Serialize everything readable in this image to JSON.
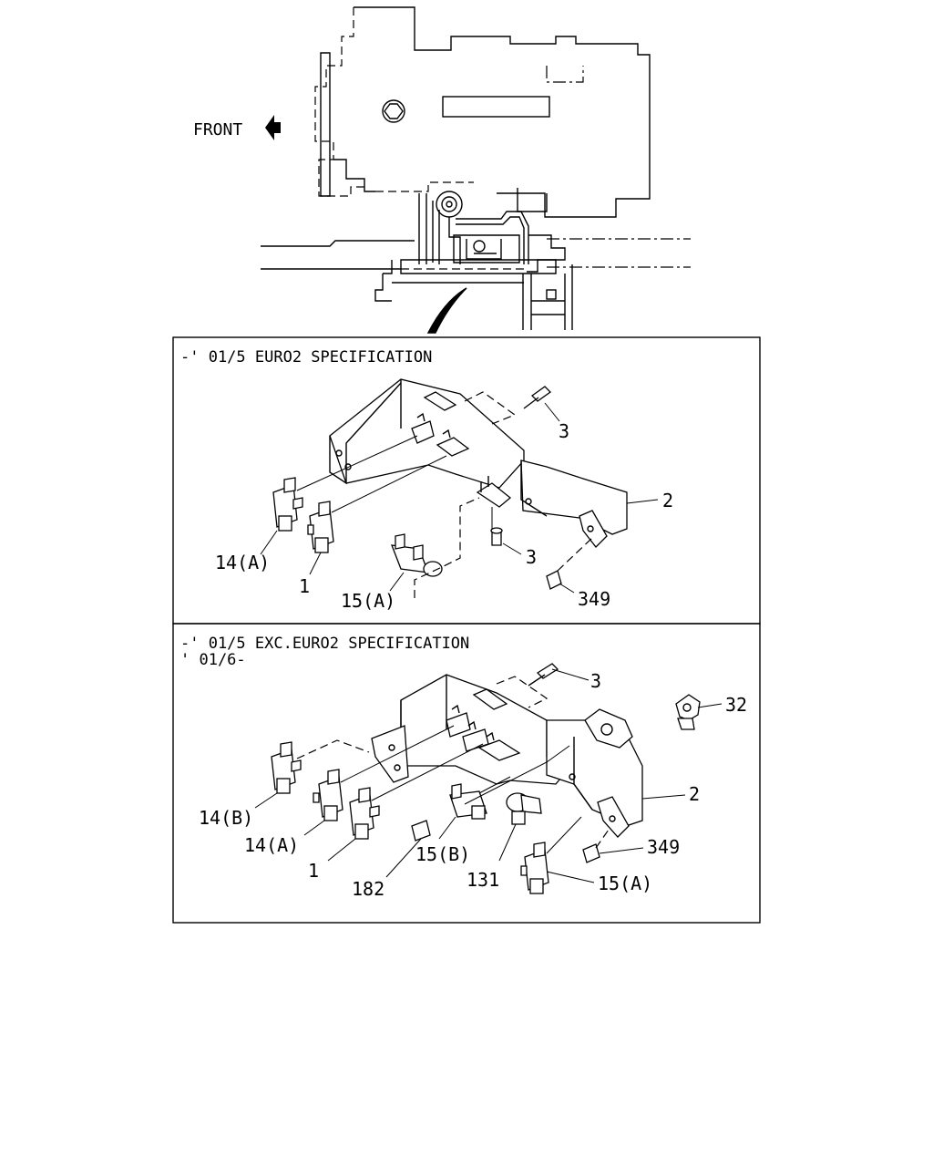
{
  "overview": {
    "front_label": "FRONT",
    "front_arrow_icon": "arrow-left-icon"
  },
  "panels": [
    {
      "heading_lines": [
        "-' 01/5 EURO2 SPECIFICATION"
      ],
      "callouts": [
        "3",
        "2",
        "3",
        "14(A)",
        "1",
        "15(A)",
        "349"
      ]
    },
    {
      "heading_lines": [
        "-' 01/5 EXC.EURO2 SPECIFICATION",
        "' 01/6-"
      ],
      "callouts": [
        "3",
        "32",
        "2",
        "14(B)",
        "14(A)",
        "1",
        "15(B)",
        "131",
        "349",
        "182",
        "15(A)"
      ]
    }
  ]
}
